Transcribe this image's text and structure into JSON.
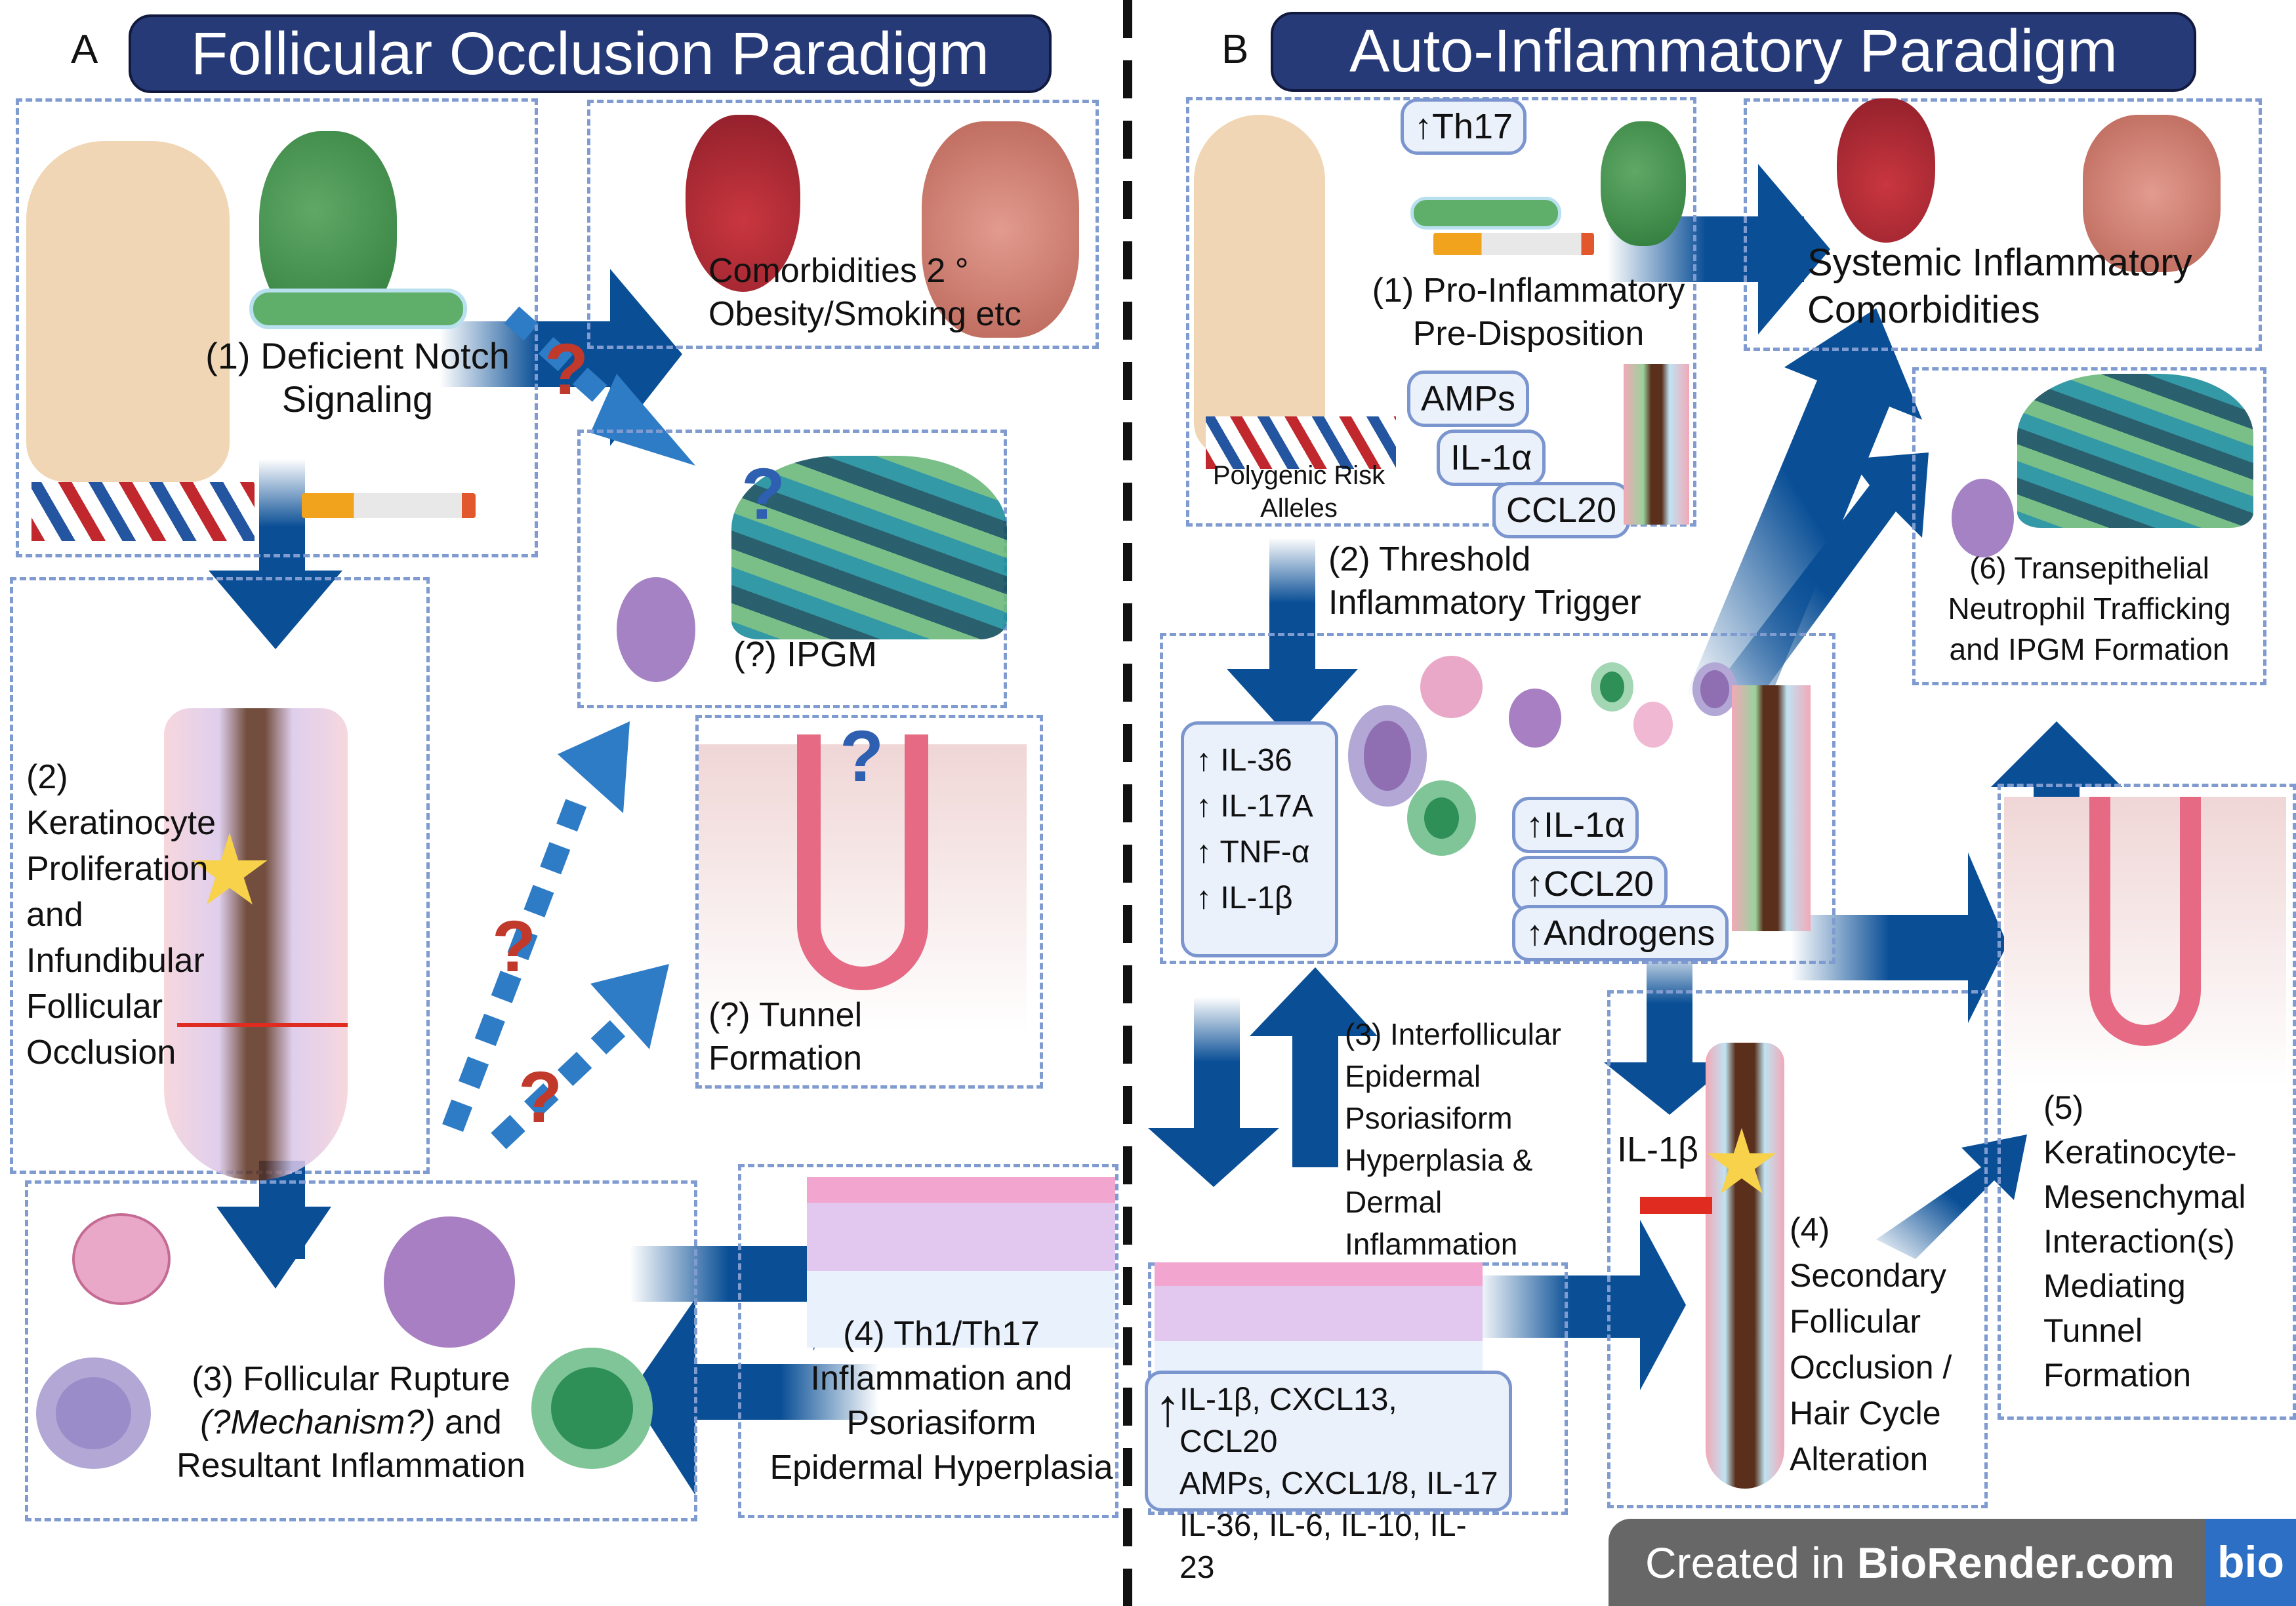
{
  "panel_a": {
    "letter": "A",
    "title": "Follicular Occlusion Paradigm",
    "step1": [
      "(1) Deficient Notch",
      "Signaling"
    ],
    "comorbidities": [
      "Comorbidities 2 °",
      "Obesity/Smoking etc"
    ],
    "ipgm": "(?) IPGM",
    "step2": [
      "(2)",
      "Keratinocyte",
      "Proliferation",
      "and",
      "Infundibular",
      "Follicular",
      "Occlusion"
    ],
    "tunnel": [
      "(?) Tunnel",
      "Formation"
    ],
    "step3": [
      "(3) Follicular Rupture",
      "(?Mechanism?)",
      "and",
      "Resultant Inflammation"
    ],
    "step4": [
      "(4) Th1/Th17",
      "Inflammation  and",
      "Psoriasiform",
      "Epidermal Hyperplasia"
    ],
    "question_mark": "?"
  },
  "panel_b": {
    "letter": "B",
    "title": "Auto-Inflammatory Paradigm",
    "th17": "Th17",
    "step1": [
      "(1) Pro-Inflammatory",
      "Pre-Disposition"
    ],
    "polygenic": [
      "Polygenic Risk",
      "Alleles"
    ],
    "mediators_1": [
      "AMPs",
      "IL-1α",
      "CCL20"
    ],
    "systemic": [
      "Systemic Inflammatory",
      "Comorbidities"
    ],
    "step2": [
      "(2) Threshold",
      "Inflammatory Trigger"
    ],
    "step6": [
      "(6) Transepithelial",
      "Neutrophil Trafficking",
      "and IPGM Formation"
    ],
    "cytokines_up": [
      "IL-36",
      "IL-17A",
      "TNF-α",
      "IL-1β"
    ],
    "follicle_mediators": [
      "IL-1α",
      "CCL20",
      "Androgens"
    ],
    "step3": [
      "(3) Interfollicular",
      "Epidermal",
      "Psoriasiform",
      "Hyperplasia &",
      "Dermal",
      "Inflammation"
    ],
    "il1b_label": "IL-1β",
    "step4": [
      "(4)",
      "Secondary",
      "Follicular",
      "Occlusion /",
      "Hair Cycle",
      "Alteration"
    ],
    "step5": [
      "(5)",
      "Keratinocyte-",
      "Mesenchymal",
      "Interaction(s)",
      "Mediating",
      "Tunnel",
      "Formation"
    ],
    "epidermal_list": [
      "IL-1β, CXCL13, CCL20",
      "AMPs, CXCL1/8, IL-17",
      "IL-36, IL-6, IL-10, IL-23"
    ],
    "up_arrow": "↑"
  },
  "footer": {
    "created_in": "Created in ",
    "brand": "BioRender.com",
    "logo": "bio"
  },
  "colors": {
    "header_bg": "#263a78",
    "arrow_blue": "#0a4f96",
    "dashed_box": "#7f9bd0",
    "question_red": "#c0392b",
    "question_blue": "#2e5fb0",
    "footer_gray": "#676767",
    "footer_blue": "#2c6fc4"
  }
}
